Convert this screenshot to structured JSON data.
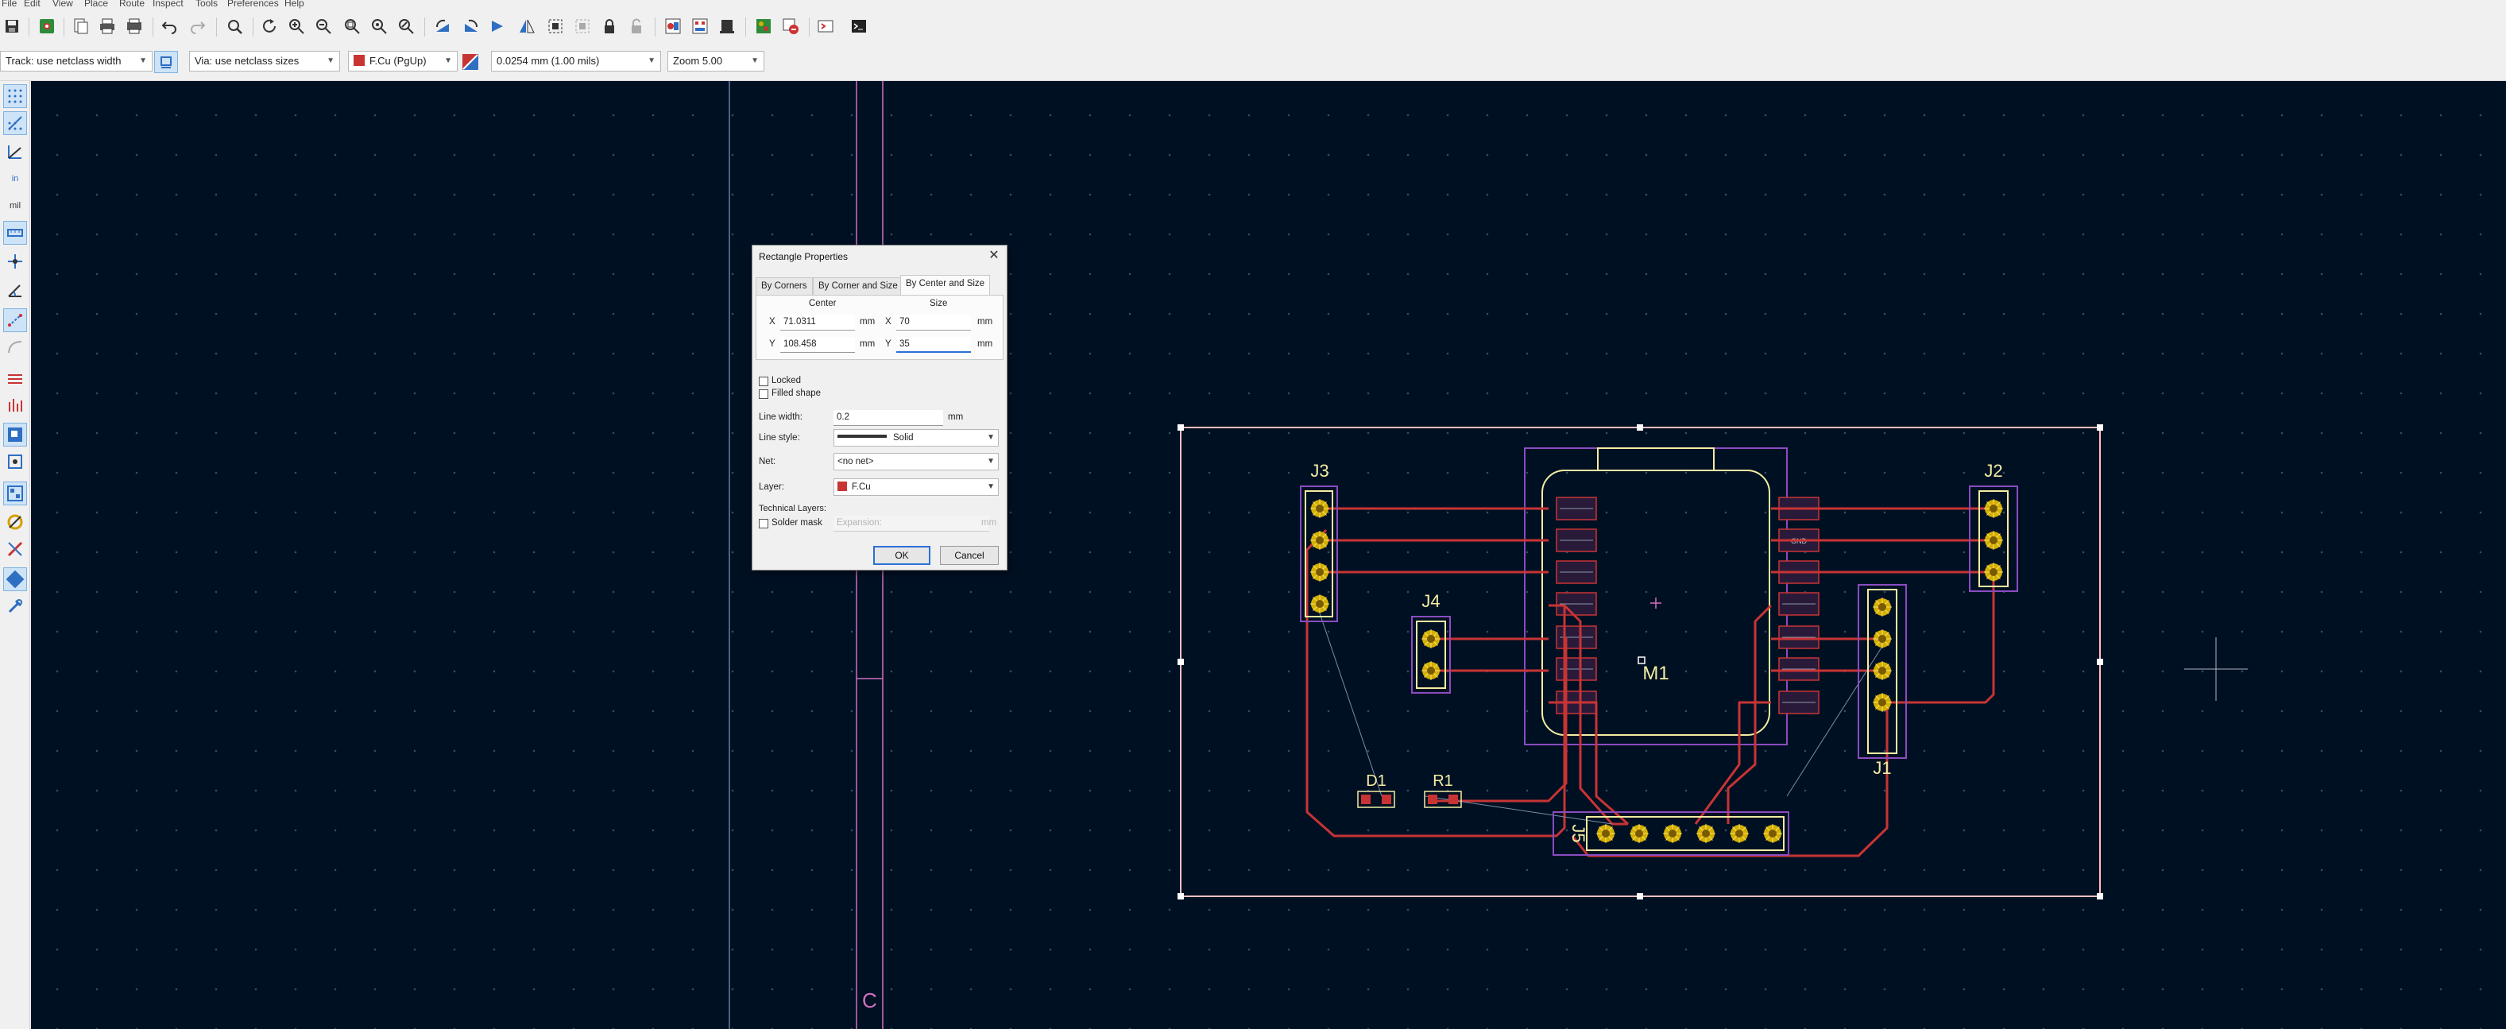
{
  "menu": [
    "File",
    "Edit",
    "View",
    "Place",
    "Route",
    "Inspect",
    "Tools",
    "Preferences",
    "Help"
  ],
  "options": {
    "track_width": "Track: use netclass width",
    "via_size": "Via: use netclass sizes",
    "layer": "F.Cu (PgUp)",
    "grid": "0.0254 mm (1.00 mils)",
    "zoom": "Zoom 5.00"
  },
  "left_toolbar": {
    "unit_in": "in",
    "unit_mil": "mil"
  },
  "colors": {
    "canvas_bg": "#001023",
    "copper_front": "#c83434",
    "edge_cuts": "#ffc0c0",
    "pad": "#d4b000",
    "courtyard": "#8a4cc0",
    "silk": "#f2eda1",
    "selection": "#e0e0e0"
  },
  "pcb": {
    "refs": {
      "j3": "J3",
      "j2": "J2",
      "j4": "J4",
      "j1": "J1",
      "j5": "J5",
      "d1": "D1",
      "r1": "R1",
      "m1": "M1"
    },
    "m1_right_pins": [
      "",
      "GND",
      "",
      "",
      "",
      "",
      ""
    ],
    "sheet_letter": "C"
  },
  "dialog": {
    "title": "Rectangle Properties",
    "close": "✕",
    "tabs": [
      "By Corners",
      "By Corner and Size",
      "By Center and Size"
    ],
    "selected_tab": 2,
    "center_header": "Center",
    "size_header": "Size",
    "x_label": "X",
    "y_label": "Y",
    "center_x": "71.0311",
    "center_y": "108.458",
    "size_x": "70",
    "size_y": "35",
    "unit": "mm",
    "locked_label": "Locked",
    "filled_label": "Filled shape",
    "line_width_label": "Line width:",
    "line_width": "0.2",
    "line_style_label": "Line style:",
    "line_style": "Solid",
    "net_label": "Net:",
    "net": "<no net>",
    "layer_label": "Layer:",
    "layer": "F.Cu",
    "tech_layers_label": "Technical Layers:",
    "solder_mask_label": "Solder mask",
    "expansion_placeholder": "Expansion:",
    "ok": "OK",
    "cancel": "Cancel"
  }
}
